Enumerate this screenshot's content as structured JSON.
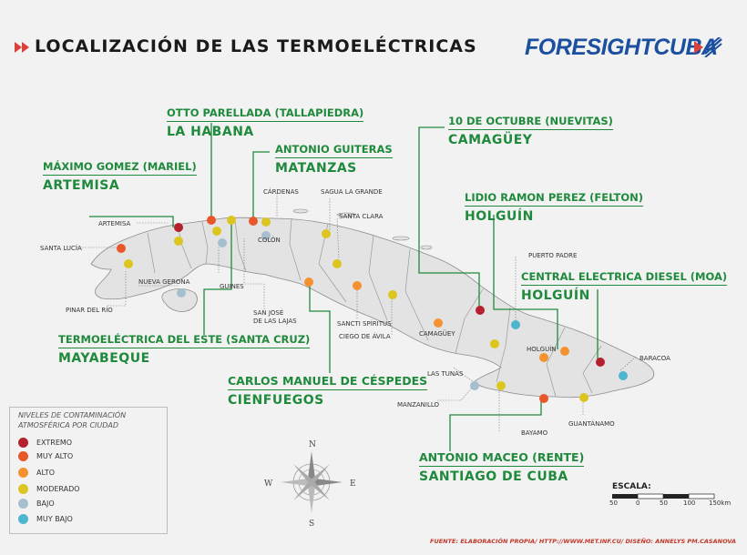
{
  "title": "LOCALIZACIÓN DE LAS TERMOELÉCTRICAS",
  "brand": "FORESIGHTCUBA",
  "colors": {
    "extremo": "#b5202e",
    "muy_alto": "#e8562a",
    "alto": "#f3922e",
    "moderado": "#dcc51f",
    "bajo": "#a6bfcf",
    "muy_bajo": "#4eb5cf",
    "accent_green": "#1f8a3c"
  },
  "plants": [
    {
      "name": "MÁXIMO GOMEZ (MARIEL)",
      "province": "ARTEMISA"
    },
    {
      "name": "OTTO PARELLADA (TALLAPIEDRA)",
      "province": "LA HABANA"
    },
    {
      "name": "ANTONIO GUITERAS",
      "province": "MATANZAS"
    },
    {
      "name": "10 DE OCTUBRE (NUEVITAS)",
      "province": "CAMAGÜEY"
    },
    {
      "name": "LIDIO RAMON PEREZ (FELTON)",
      "province": "HOLGUÍN"
    },
    {
      "name": "CENTRAL ELECTRICA DIESEL (MOA)",
      "province": "HOLGUÍN"
    },
    {
      "name": "TERMOELÉCTRICA DEL ESTE (SANTA CRUZ)",
      "province": "MAYABEQUE"
    },
    {
      "name": "CARLOS MANUEL DE CÉSPEDES",
      "province": "CIENFUEGOS"
    },
    {
      "name": "ANTONIO MACEO (RENTE)",
      "province": "SANTIAGO DE CUBA"
    }
  ],
  "cities": {
    "artemisa": "ARTEMISA",
    "santa_lucia": "SANTA LUCÍA",
    "pinar": "PINAR DEL RÍO",
    "nueva_gerona": "NUEVA GERONA",
    "guines": "GUINES",
    "san_jose_1": "SAN JOSÉ",
    "san_jose_2": "DE LAS LAJAS",
    "colon": "COLÓN",
    "cardenas": "CÁRDENAS",
    "sagua": "SAGUA LA GRANDE",
    "santa_clara": "SANTA CLARA",
    "sancti": "SANCTI SPÍRITUS",
    "ciego": "CIEGO DE ÁVILA",
    "camaguey": "CAMAGÜEY",
    "las_tunas": "LAS TUNAS",
    "manzanillo": "MANZANILLO",
    "bayamo": "BAYAMO",
    "holguin": "HOLGUÍN",
    "puerto_padre": "PUERTO PADRE",
    "baracoa": "BARACOA",
    "guantanamo": "GUANTÁNAMO"
  },
  "legend": {
    "title": "NIVELES DE CONTAMINACIÓN ATMOSFÉRICA POR CIUDAD",
    "items": [
      {
        "label": "EXTREMO",
        "color": "#b5202e"
      },
      {
        "label": "MUY ALTO",
        "color": "#e8562a"
      },
      {
        "label": "ALTO",
        "color": "#f3922e"
      },
      {
        "label": "MODERADO",
        "color": "#dcc51f"
      },
      {
        "label": "BAJO",
        "color": "#a6bfcf"
      },
      {
        "label": "MUY BAJO",
        "color": "#4eb5cf"
      }
    ]
  },
  "compass": {
    "n": "N",
    "s": "S",
    "e": "E",
    "w": "W"
  },
  "scale": {
    "title": "ESCALA:",
    "ticks": [
      "50",
      "0",
      "50",
      "100",
      "150km"
    ]
  },
  "source": "FUENTE: ELABORACIÓN PROPIA/ HTTP://WWW.MET.INF.CU/ DISEÑO: ANNELYS PM.CASANOVA"
}
